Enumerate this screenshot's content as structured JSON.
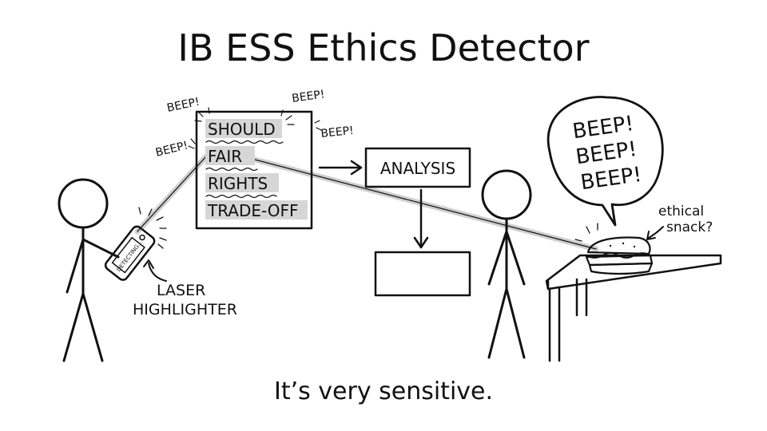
{
  "title": "IB ESS Ethics Detector",
  "caption": "It’s very sensitive.",
  "paper": {
    "words": [
      "SHOULD",
      "FAIR",
      "RIGHTS",
      "TRADE-OFF"
    ]
  },
  "beeps": {
    "small": [
      "BEEP!",
      "BEEP!",
      "BEEP!",
      "BEEP!"
    ],
    "speech": [
      "BEEP!",
      "BEEP!",
      "BEEP!"
    ]
  },
  "analysis_box": {
    "label": "ANALYSIS"
  },
  "output_box": {
    "label": ""
  },
  "device": {
    "screen_text": "DETECTING..."
  },
  "laser_label": {
    "line1": "LASER",
    "line2": "HIGHLIGHTER"
  },
  "snack_note": {
    "line1": "ethical",
    "line2": "snack?"
  }
}
